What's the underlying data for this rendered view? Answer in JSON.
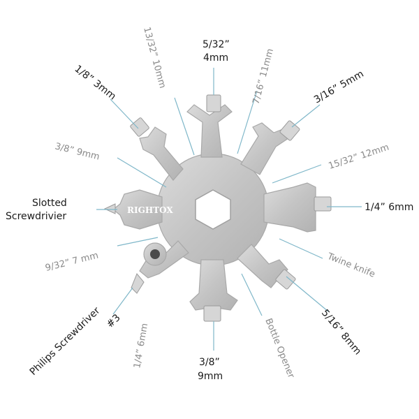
{
  "brand": {
    "text": "RIGHTOX"
  },
  "colors": {
    "tool_metal": "#c9c9c9",
    "tool_edge": "#a8a8a8",
    "leader_line": "#7fb7c9",
    "label_dark": "#1a1a1a",
    "label_light": "#8a8a8a",
    "background": "#ffffff"
  },
  "labels": {
    "top_5_32": {
      "line1": "5/32”",
      "line2": "4mm"
    },
    "top_13_32": {
      "line1": "13/32” 10mm"
    },
    "top_7_16": {
      "line1": "7/16” 11mm"
    },
    "left_1_8": {
      "line1": "1/8” 3mm"
    },
    "right_3_16": {
      "line1": "3/16” 5mm"
    },
    "left_3_8": {
      "line1": "3/8” 9mm"
    },
    "right_15_32": {
      "line1": "15/32” 12mm"
    },
    "slotted": {
      "line1": "Slotted",
      "line2": "Screwdrivier"
    },
    "right_1_4": {
      "line1": "1/4” 6mm"
    },
    "left_9_32": {
      "line1": "9/32”  7 mm"
    },
    "twine": {
      "line1": "Twine knife"
    },
    "philips": {
      "line1": "Philips Screwdriver",
      "line2": "#3"
    },
    "right_5_16": {
      "line1": "5/16” 8mm"
    },
    "bottom_1_4": {
      "line1": "1/4” 6mm"
    },
    "bottom_3_8": {
      "line1": "3/8”",
      "line2": "9mm"
    },
    "bottle": {
      "line1": "Bottle Opener"
    }
  }
}
